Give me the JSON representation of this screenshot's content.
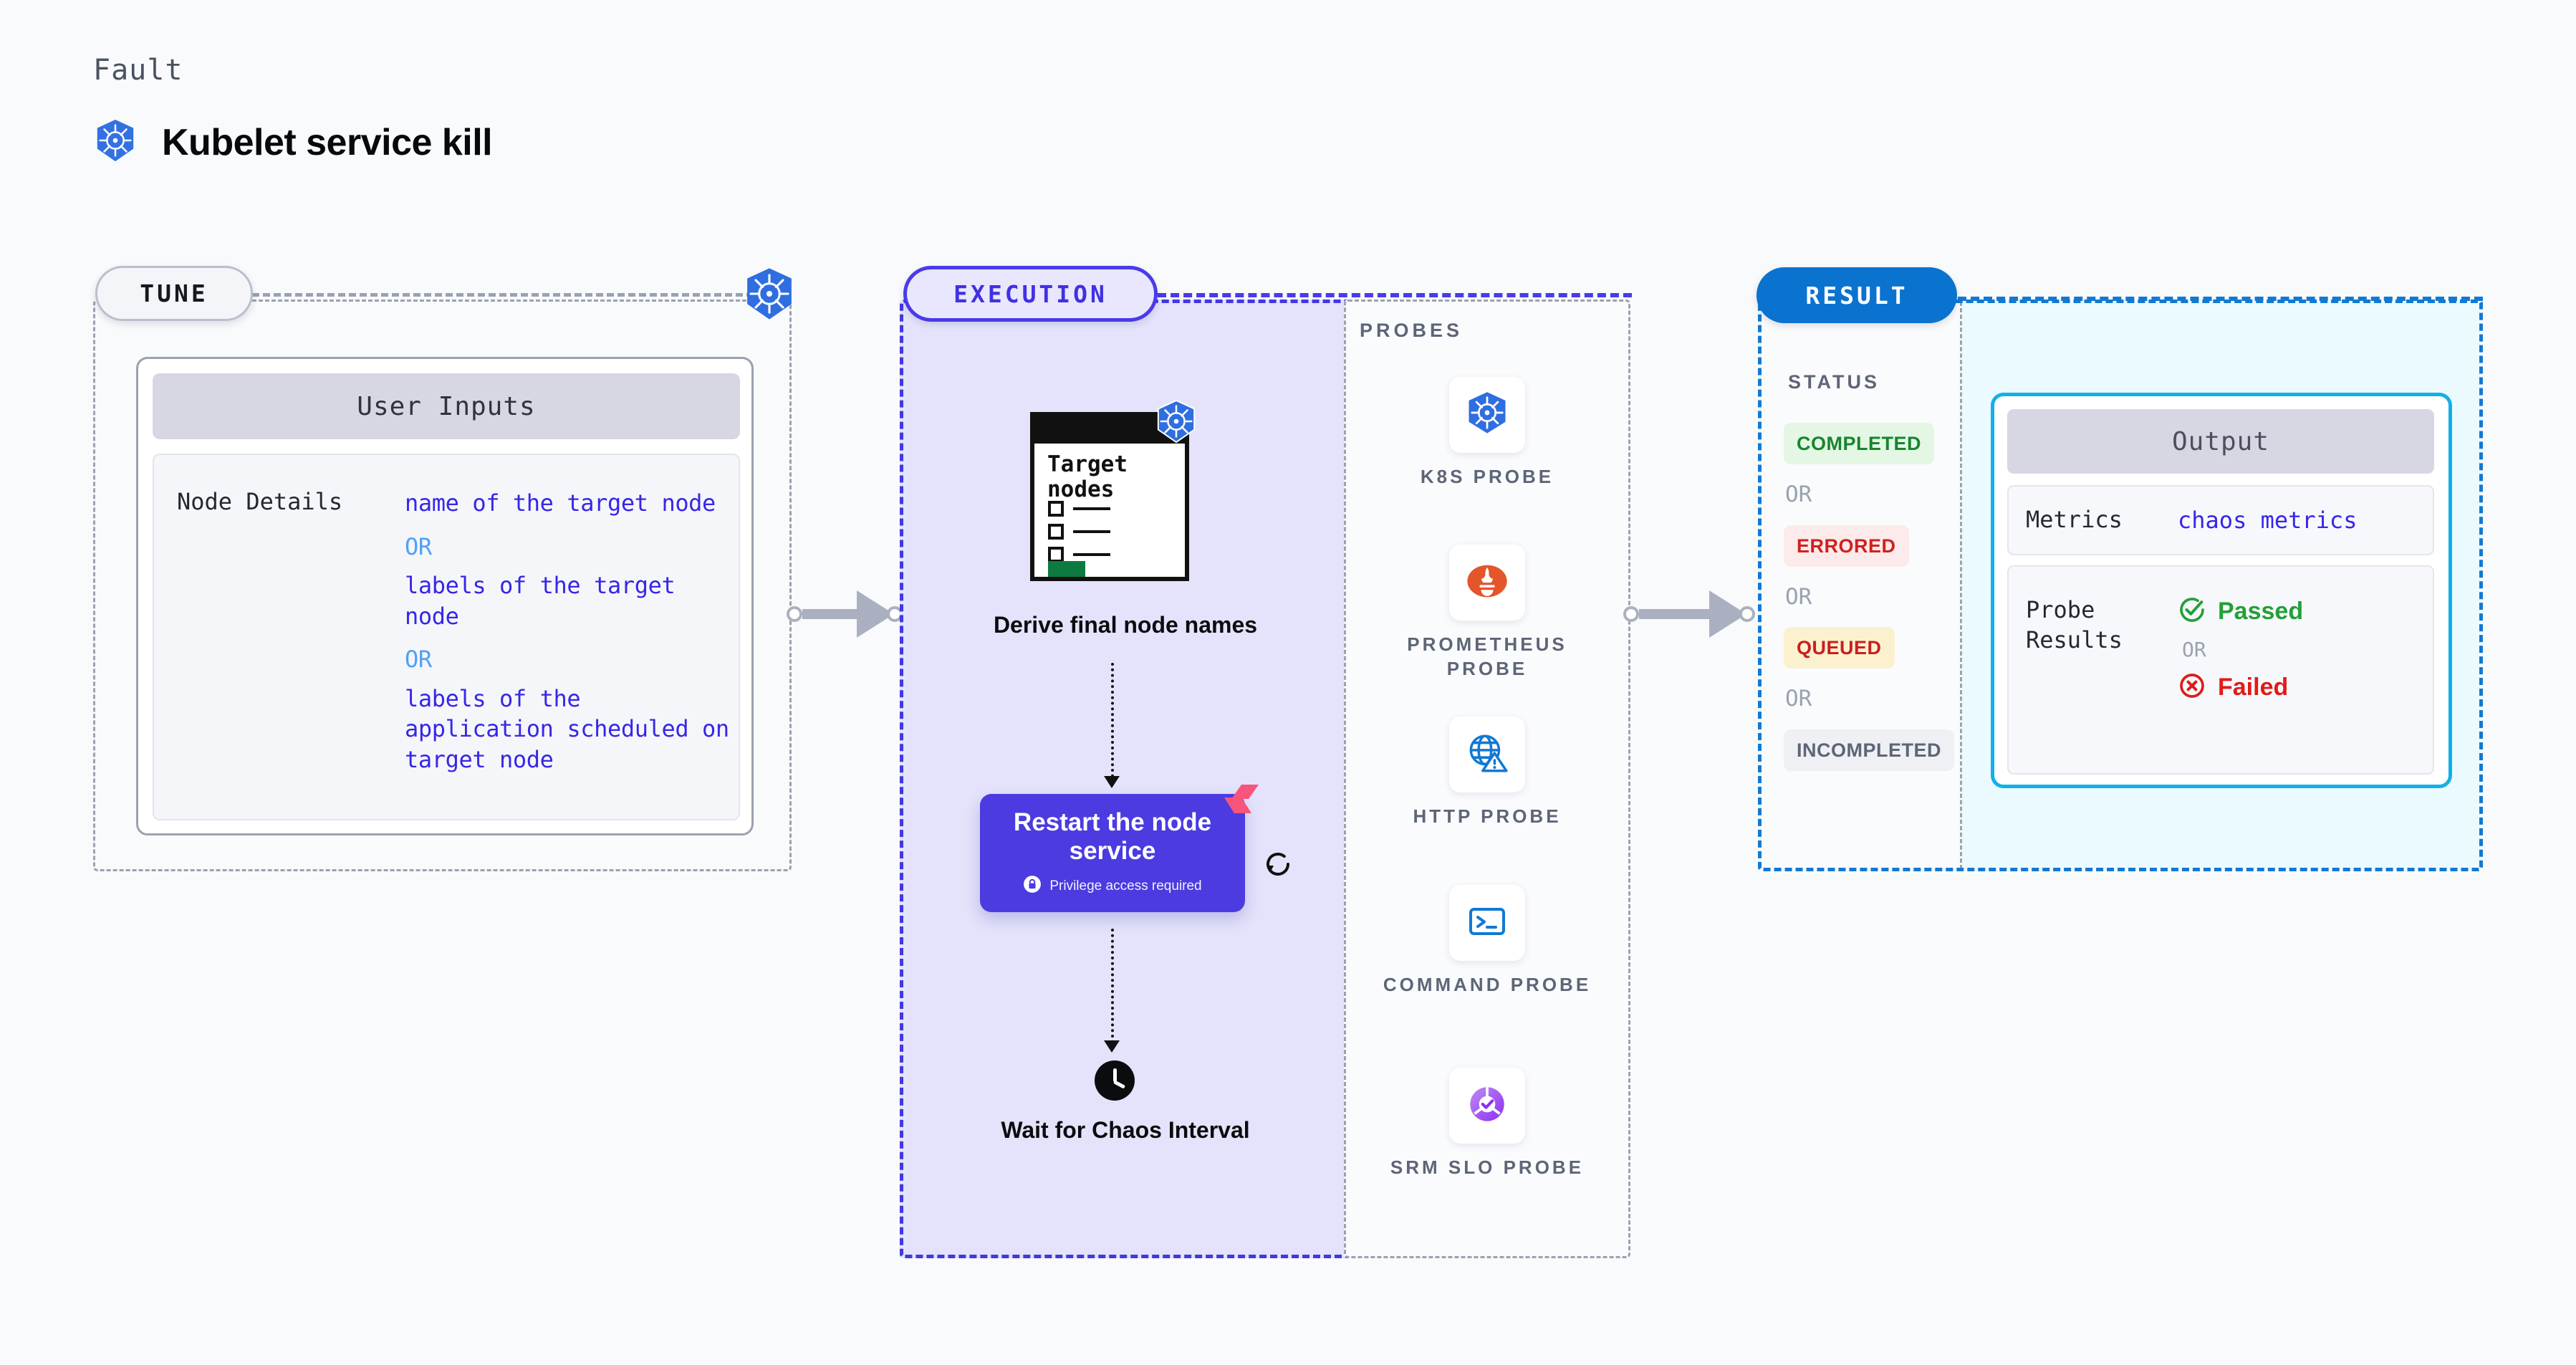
{
  "header": {
    "eyebrow": "Fault",
    "title": "Kubelet service kill",
    "icon": "kubernetes-icon"
  },
  "stages": {
    "tune": {
      "badge": "TUNE",
      "icon": "kubernetes-icon",
      "card": {
        "header": "User Inputs",
        "rows": [
          {
            "key": "Node Details",
            "values": [
              "name of the target node",
              "labels of the target node",
              "labels of the application scheduled on target node"
            ],
            "separator": "OR"
          }
        ]
      }
    },
    "execution": {
      "badge": "EXECUTION",
      "steps": [
        {
          "name": "derive-final-node-names",
          "label": "Derive final node names",
          "card_title": "Target nodes",
          "icon": "kubernetes-icon"
        },
        {
          "name": "restart-node-service",
          "label": "Restart the node service",
          "note": "Privilege access required",
          "note_icon": "lock-icon",
          "brand_icon": "harness-icon",
          "loop_icon": "loop-icon"
        },
        {
          "name": "wait-for-chaos-interval",
          "label": "Wait for Chaos Interval",
          "icon": "clock-icon"
        }
      ]
    },
    "probes": {
      "title": "PROBES",
      "items": [
        {
          "label": "K8S PROBE",
          "icon": "kubernetes-icon"
        },
        {
          "label": "PROMETHEUS PROBE",
          "icon": "prometheus-icon"
        },
        {
          "label": "HTTP PROBE",
          "icon": "globe-warning-icon"
        },
        {
          "label": "COMMAND PROBE",
          "icon": "terminal-icon"
        },
        {
          "label": "SRM SLO PROBE",
          "icon": "srm-slo-icon"
        }
      ]
    },
    "result": {
      "badge": "RESULT",
      "status": {
        "title": "STATUS",
        "separator": "OR",
        "badges": [
          {
            "label": "COMPLETED",
            "text_color": "#19842f",
            "bg_color": "#e3f7e4"
          },
          {
            "label": "ERRORED",
            "text_color": "#cf2020",
            "bg_color": "#fdeaea"
          },
          {
            "label": "QUEUED",
            "text_color": "#c81f1f",
            "bg_color": "#fcf1cf"
          },
          {
            "label": "INCOMPLETED",
            "text_color": "#5d6577",
            "bg_color": "#eef0f4"
          }
        ]
      },
      "output": {
        "header": "Output",
        "metrics_key": "Metrics",
        "metrics_value": "chaos metrics",
        "probe_key": "Probe Results",
        "passed_label": "Passed",
        "failed_label": "Failed",
        "separator": "OR",
        "passed_icon": "check-circle-icon",
        "failed_icon": "x-circle-icon"
      }
    }
  },
  "colors": {
    "tune_border": "#9aa2b1",
    "execution_border": "#4a3ae8",
    "execution_fill": "#e4e3fb",
    "result_border": "#1279d3",
    "result_fill": "#eafaff",
    "action_card": "#4b3be0",
    "output_border": "#12b0e8",
    "kubernetes_blue": "#3371e3",
    "harness_pink": "#f9547b",
    "connector_grey": "#aab0c0"
  }
}
